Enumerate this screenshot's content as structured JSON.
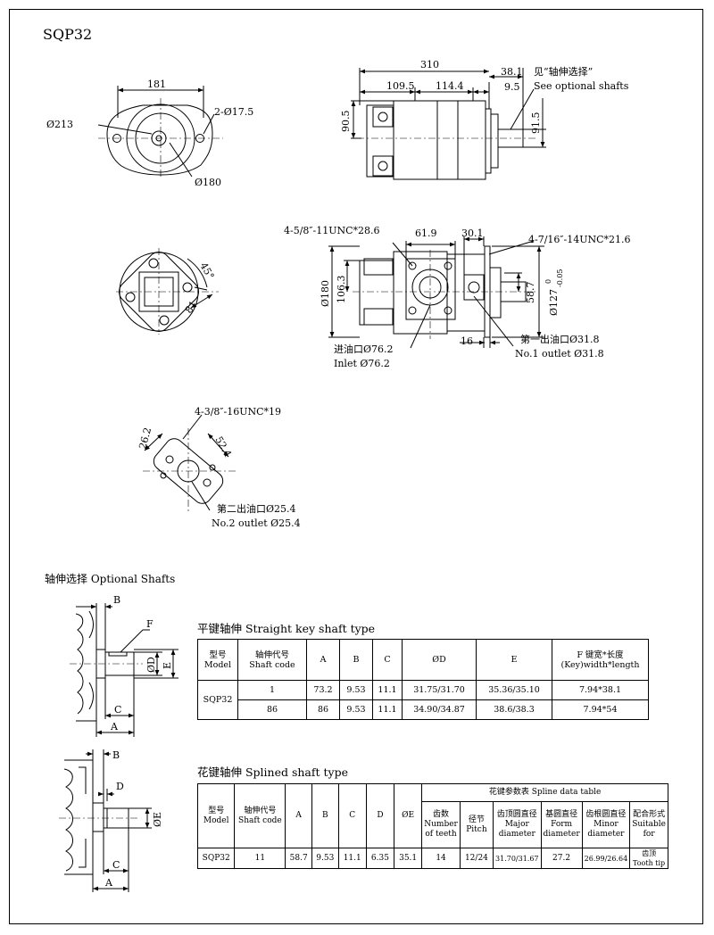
{
  "title": "SQP32",
  "top_view": {
    "width_181": "181",
    "bolt_holes": "2-Ø17.5",
    "d213": "Ø213",
    "d180": "Ø180"
  },
  "side_view": {
    "overall_310": "310",
    "d_38_1": "38.1",
    "d_109_5": "109.5",
    "d_114_4": "114.4",
    "d_9_5": "9.5",
    "d_90_5": "90.5",
    "d_91_5": "91.5",
    "note_cn": "见“轴伸选择”",
    "note_en": "See optional shafts"
  },
  "port_view": {
    "thread_left": "4-5/8″-11UNC*28.6",
    "d_61_9": "61.9",
    "d_30_1": "30.1",
    "thread_right": "4-7/16″-14UNC*21.6",
    "d180": "Ø180",
    "d_106_3": "106.3",
    "d_58_7": "58.7",
    "d127": "Ø127",
    "d127_tol_up": "0",
    "d127_tol_low": "-0.05",
    "d_16": "16",
    "inlet_cn": "进油口Ø76.2",
    "inlet_en": "Inlet Ø76.2",
    "outlet1_cn": "第一出油口Ø31.8",
    "outlet1_en": "No.1 outlet Ø31.8"
  },
  "flange1": {
    "angle": "45°",
    "d_81": "81"
  },
  "flange2": {
    "thread": "4-3/8″-16UNC*19",
    "d_26_2": "26.2",
    "d_52_4": "52.4",
    "outlet2_cn": "第二出油口Ø25.4",
    "outlet2_en": "No.2 outlet Ø25.4"
  },
  "optional_shafts": {
    "heading": "轴伸选择 Optional Shafts",
    "key_shaft": {
      "caption": "平键轴伸 Straight key shaft type",
      "labels": {
        "B": "B",
        "F": "F",
        "D": "ØD",
        "E": "E",
        "C": "C",
        "A": "A"
      },
      "headers": [
        "型号",
        "Model",
        "轴伸代号",
        "Shaft code",
        "A",
        "B",
        "C",
        "ØD",
        "E",
        "F 键宽*长度",
        "(Key)width*length"
      ],
      "model": "SQP32",
      "rows": [
        [
          "1",
          "73.2",
          "9.53",
          "11.1",
          "31.75/31.70",
          "35.36/35.10",
          "7.94*38.1"
        ],
        [
          "86",
          "86",
          "9.53",
          "11.1",
          "34.90/34.87",
          "38.6/38.3",
          "7.94*54"
        ]
      ]
    },
    "spline_shaft": {
      "caption": "花键轴伸 Splined shaft type",
      "labels": {
        "B": "B",
        "D": "D",
        "E": "ØE",
        "C": "C",
        "A": "A"
      },
      "group_header": "花键参数表 Spline data table",
      "headers": [
        "型号",
        "Model",
        "轴伸代号",
        "Shaft code",
        "A",
        "B",
        "C",
        "D",
        "ØE",
        "齿数",
        "Number",
        "of teeth",
        "径节",
        "Pitch",
        "齿顶圆直径",
        "Major",
        "diameter",
        "基圆直径",
        "Form",
        "diameter",
        "齿根圆直径",
        "Minor",
        "diameter",
        "配合形式",
        "Suitable for"
      ],
      "row": [
        "SQP32",
        "11",
        "58.7",
        "9.53",
        "11.1",
        "6.35",
        "35.1",
        "14",
        "12/24",
        "31.70/31.67",
        "27.2",
        "26.99/26.64",
        "齿顶 Tooth tip"
      ]
    }
  }
}
